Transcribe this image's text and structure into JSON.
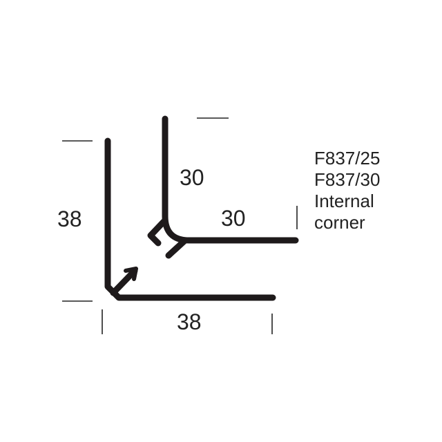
{
  "dimensions": {
    "outer_height": "38",
    "outer_width": "38",
    "inner_height": "30",
    "inner_width": "30"
  },
  "label_lines": [
    "F837/25",
    "F837/30",
    "Internal",
    "corner"
  ],
  "colors": {
    "profile": "#1e1a1b",
    "text": "#222222",
    "background": "#ffffff"
  }
}
